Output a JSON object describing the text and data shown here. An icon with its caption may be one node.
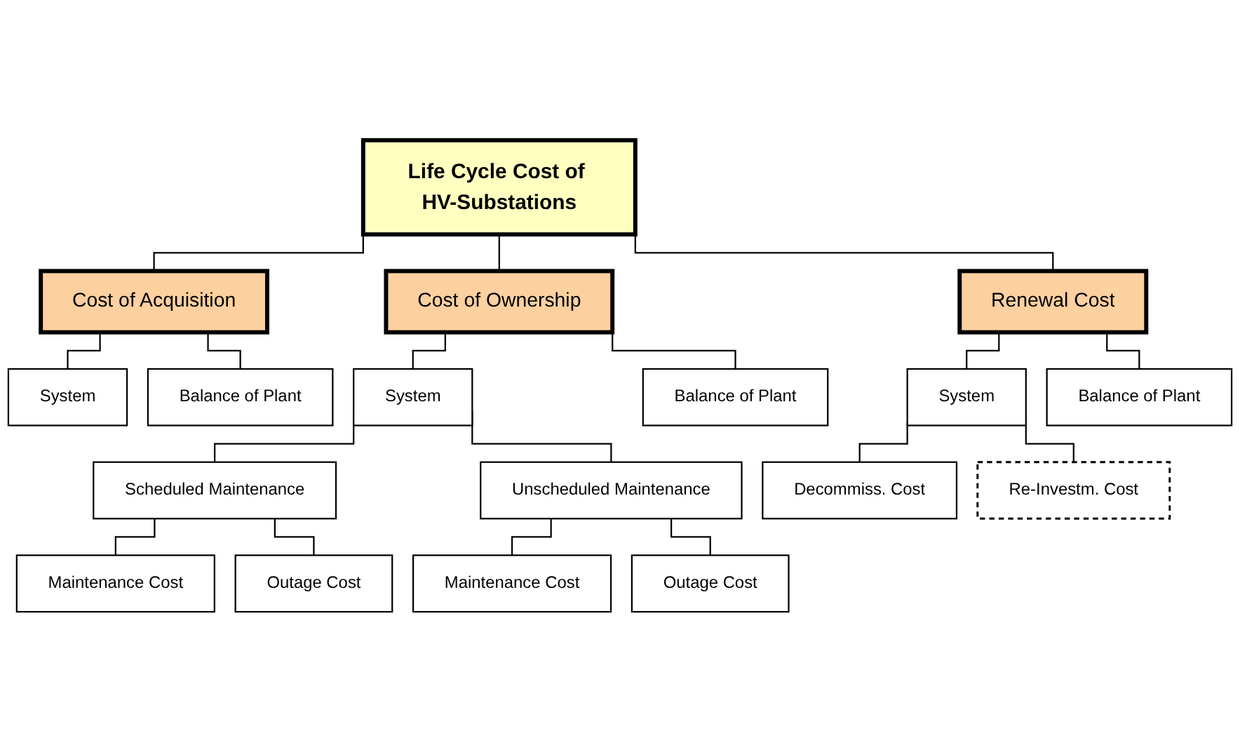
{
  "diagram": {
    "nodes": [
      {
        "text": [
          "Life Cycle Cost of HV-Substations"
        ]
      },
      {
        "text": [
          "Cost of Acquisition"
        ]
      },
      {
        "text": [
          "Cost of Ownership"
        ]
      },
      {
        "text": [
          "Renewal Cost"
        ]
      },
      {
        "text": [
          "System"
        ]
      },
      {
        "text": [
          "Balance of Plant"
        ]
      },
      {
        "text": [
          "System"
        ]
      },
      {
        "text": [
          "Balance of Plant"
        ]
      },
      {
        "text": [
          "System"
        ]
      },
      {
        "text": [
          "Balance of Plant"
        ]
      },
      {
        "text": [
          "Scheduled Maintenance"
        ]
      },
      {
        "text": [
          "Unscheduled Maintenance"
        ]
      },
      {
        "text": [
          "Decommiss. Cost"
        ]
      },
      {
        "text": [
          "Re-Investm. Cost"
        ]
      },
      {
        "text": [
          "Maintenance Cost"
        ]
      },
      {
        "text": [
          "Outage Cost"
        ]
      },
      {
        "text": [
          "Maintenance Cost"
        ]
      },
      {
        "text": [
          "Outage Cost"
        ]
      }
    ],
    "edges": [
      {
        "from": 0,
        "to": 1,
        "arrow": "none"
      },
      {
        "from": 0,
        "to": 2,
        "arrow": "none"
      },
      {
        "from": 0,
        "to": 3,
        "arrow": "none"
      },
      {
        "from": 1,
        "to": 4,
        "arrow": "none"
      },
      {
        "from": 1,
        "to": 5,
        "arrow": "none"
      },
      {
        "from": 2,
        "to": 6,
        "arrow": "none"
      },
      {
        "from": 2,
        "to": 7,
        "arrow": "none"
      },
      {
        "from": 3,
        "to": 8,
        "arrow": "none"
      },
      {
        "from": 3,
        "to": 9,
        "arrow": "none"
      },
      {
        "from": 6,
        "to": 10,
        "arrow": "none"
      },
      {
        "from": 6,
        "to": 11,
        "arrow": "none"
      },
      {
        "from": 8,
        "to": 12,
        "arrow": "none"
      },
      {
        "from": 8,
        "to": 13,
        "arrow": "none"
      },
      {
        "from": 10,
        "to": 14,
        "arrow": "none"
      },
      {
        "from": 10,
        "to": 15,
        "arrow": "none"
      },
      {
        "from": 11,
        "to": 16,
        "arrow": "none"
      },
      {
        "from": 11,
        "to": 17,
        "arrow": "none"
      }
    ]
  }
}
